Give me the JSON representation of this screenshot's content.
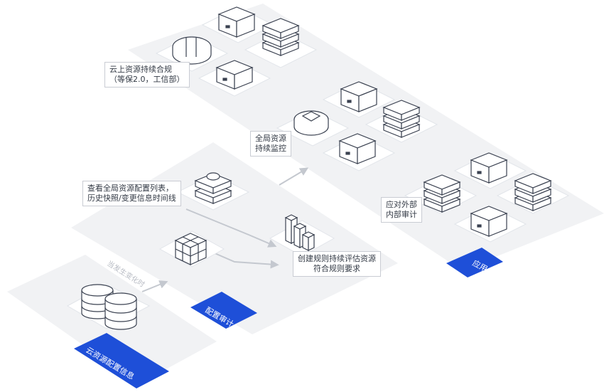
{
  "colors": {
    "accent": "#1e4fd8",
    "platform": "#f1f2f4",
    "tile": "#ffffff",
    "tile_edge": "#d8dbe1",
    "icon_stroke": "#3a4150",
    "arrow": "#c4c8cf"
  },
  "layers": [
    {
      "id": "cloud-config",
      "label": "云资源配置信息"
    },
    {
      "id": "config-audit",
      "label": "配置审计"
    },
    {
      "id": "application",
      "label": "应用"
    }
  ],
  "callouts": {
    "compliance": [
      "云上资源持续合规",
      "（等保2.0，工信部）"
    ],
    "monitoring": [
      "全局资源",
      "持续监控"
    ],
    "config_list": [
      "查看全局资源配置列表，",
      "历史快照/变更信息时间线"
    ],
    "rules": [
      "创建规则持续评估资源",
      "符合规则要求"
    ],
    "audit": [
      "应对外部",
      "内部审计"
    ]
  },
  "annotations": {
    "change_trigger": "当发生变化时"
  },
  "icons": {
    "database": "database-stack-icon",
    "blocks": "cube-blocks-icon",
    "server": "server-box-icon",
    "server_stack": "server-stack-icon",
    "compliance_shield": "shield-dish-icon",
    "bar_chart": "bar-chart-3d-icon",
    "list_disk": "disk-list-icon"
  }
}
